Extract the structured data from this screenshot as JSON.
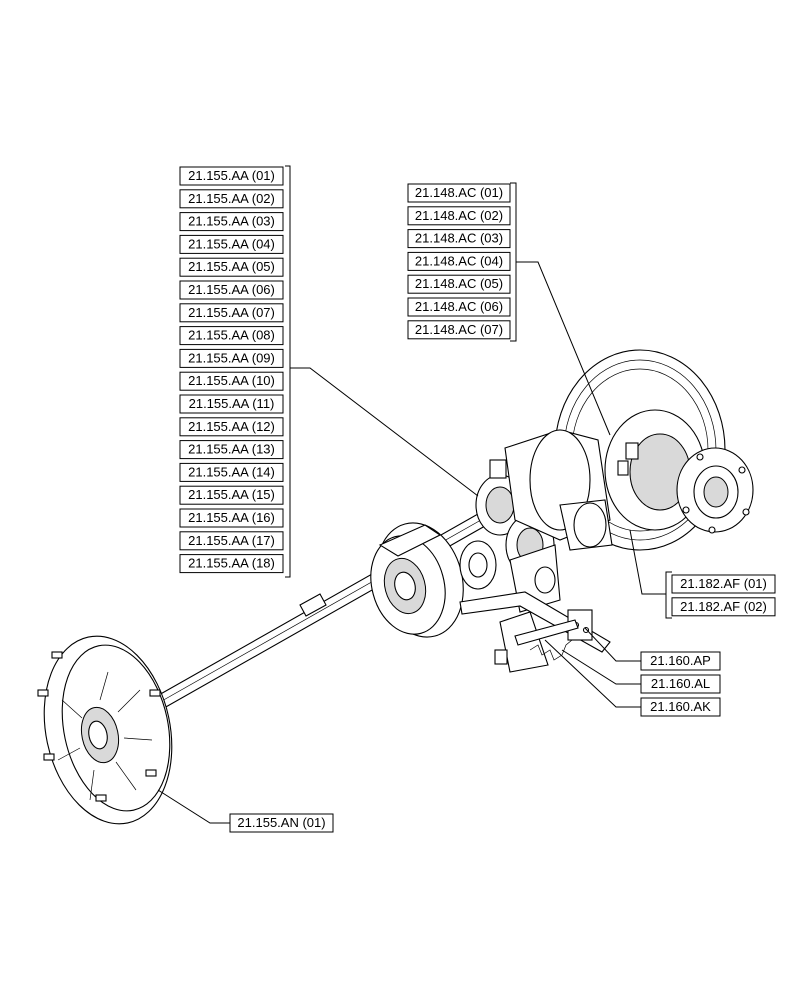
{
  "group_aa": {
    "labels": [
      "21.155.AA (01)",
      "21.155.AA (02)",
      "21.155.AA (03)",
      "21.155.AA (04)",
      "21.155.AA (05)",
      "21.155.AA (06)",
      "21.155.AA (07)",
      "21.155.AA (08)",
      "21.155.AA (09)",
      "21.155.AA (10)",
      "21.155.AA (11)",
      "21.155.AA (12)",
      "21.155.AA (13)",
      "21.155.AA (14)",
      "21.155.AA (15)",
      "21.155.AA (16)",
      "21.155.AA (17)",
      "21.155.AA (18)"
    ]
  },
  "group_ac": {
    "labels": [
      "21.148.AC (01)",
      "21.148.AC (02)",
      "21.148.AC (03)",
      "21.148.AC (04)",
      "21.148.AC (05)",
      "21.148.AC (06)",
      "21.148.AC (07)"
    ]
  },
  "group_af": {
    "labels": [
      "21.182.AF (01)",
      "21.182.AF (02)"
    ]
  },
  "single": {
    "ap": "21.160.AP",
    "al": "21.160.AL",
    "ak": "21.160.AK",
    "an": "21.155.AN (01)"
  }
}
